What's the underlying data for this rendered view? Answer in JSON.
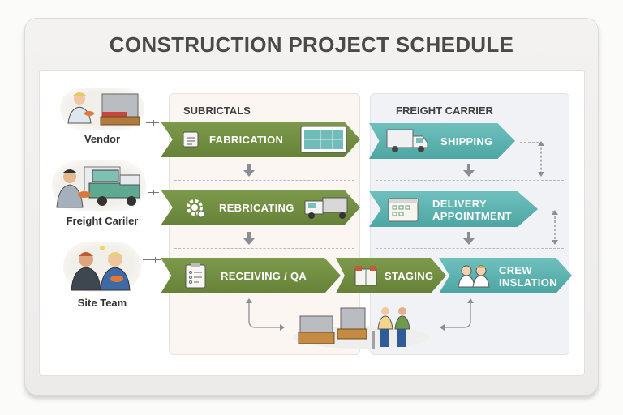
{
  "title": "CONSTRUCTION PROJECT SCHEDULE",
  "colors": {
    "subcontractor_green": "#6f8c40",
    "freight_teal": "#58b1ae",
    "subcontractor_lane_bg": "#fbf6f1",
    "freight_lane_bg": "#f1f2f6",
    "title_text": "#4a4a4a",
    "arrow_gray": "#8a8d93"
  },
  "actors": [
    {
      "label": "Vendor",
      "icon": "vendor-with-pallet-icon"
    },
    {
      "label": "Freight Cariler",
      "icon": "driver-with-truck-icon"
    },
    {
      "label": "Site Team",
      "icon": "site-team-workers-icon"
    }
  ],
  "lanes": [
    {
      "title": "SUBRICTALS",
      "color": "green"
    },
    {
      "title": "FREIGHT CARRIER",
      "color": "teal"
    }
  ],
  "steps": {
    "row1": [
      {
        "label": "FABRICATION",
        "icon": "document-tray-icon",
        "extra_icon": "blueprint-board-icon",
        "lane": "SUBRICTALS"
      },
      {
        "label": "SHIPPING",
        "icon": "delivery-truck-icon",
        "lane": "FREIGHT CARRIER"
      }
    ],
    "row2": [
      {
        "label": "REBRICATING",
        "icon": "gear-icon",
        "extra_icon": "flatbed-truck-icon",
        "lane": "SUBRICTALS"
      },
      {
        "label_line1": "DELIVERY",
        "label_line2": "APPOINTMENT",
        "icon": "calendar-icon",
        "lane": "FREIGHT CARRIER"
      }
    ],
    "row3": [
      {
        "label": "RECEIVING / QA",
        "icon": "clipboard-checklist-icon",
        "lane": "SUBRICTALS"
      },
      {
        "label": "STAGING",
        "icon": "staging-materials-icon",
        "lane": "SUBRICTALS"
      },
      {
        "label_line1": "CREW",
        "label_line2": "INSLATION",
        "icon": "crew-workers-icon",
        "lane": "FREIGHT CARRIER"
      }
    ]
  },
  "bottom_scene": {
    "icon": "pallets-handshake-icon"
  }
}
